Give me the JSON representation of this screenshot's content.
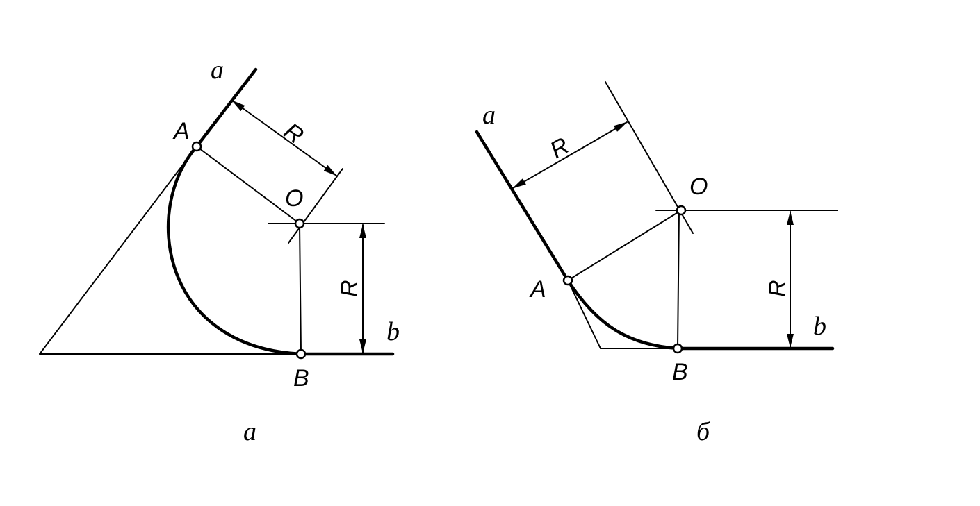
{
  "figure_a": {
    "caption": "а",
    "line_a_label": "a",
    "line_b_label": "b",
    "point_A_label": "A",
    "point_O_label": "O",
    "point_B_label": "B",
    "radius_top_label": "R",
    "radius_right_label": "R"
  },
  "figure_b": {
    "caption": "б",
    "line_a_label": "a",
    "line_b_label": "b",
    "point_A_label": "A",
    "point_O_label": "O",
    "point_B_label": "B",
    "radius_top_label": "R",
    "radius_right_label": "R"
  }
}
